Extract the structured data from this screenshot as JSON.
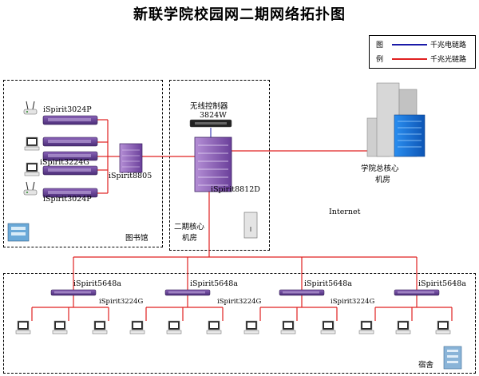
{
  "title": "新联学院校园网二期网络拓扑图",
  "legend": {
    "title_top": "图",
    "title_bottom": "例",
    "copper_label": "千兆电链路",
    "fiber_label": "千兆光链路",
    "copper_color": "#1a1aa8",
    "fiber_color": "#e02020"
  },
  "library": {
    "label": "图书馆",
    "switch_a": "iSpirit3024P",
    "switch_b": "iSpirit3224G",
    "switch_c": "iSpirit3024P",
    "core": "iSpirit8805"
  },
  "core_room": {
    "wireless_controller": "无线控制器",
    "wireless_model": "3824W",
    "core_switch": "iSpirit8812D",
    "label_line1": "二期核心",
    "label_line2": "机房"
  },
  "campus": {
    "label_line1": "学院总核心",
    "label_line2": "机房"
  },
  "internet": "Internet",
  "dorm": {
    "label": "宿舍",
    "agg_switch": "iSpirit5648a",
    "access_switch": "iSpirit3224G"
  }
}
